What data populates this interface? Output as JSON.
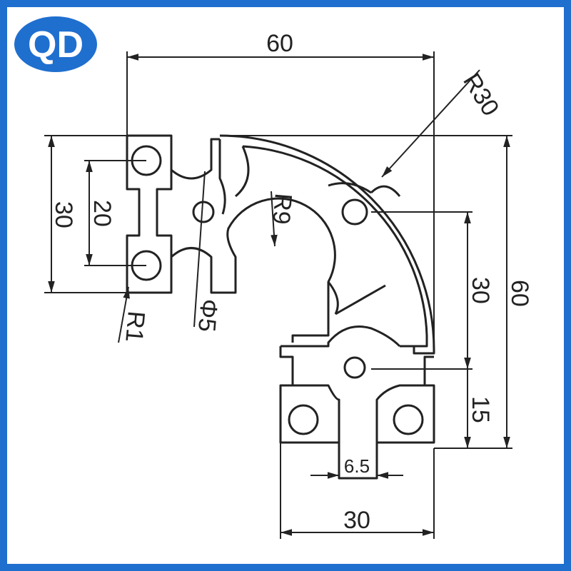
{
  "logo": {
    "text": "QD"
  },
  "colors": {
    "brand": "#1f6fcf",
    "line": "#222222"
  },
  "dimensions": {
    "top_width": "60",
    "radius_outer": "R30",
    "left_height": "30",
    "hole_spacing_left": "20",
    "radius_center": "R9",
    "hole_diameter": "Φ5",
    "corner_radius": "R1",
    "right_height": "60",
    "hole_spacing_right": "30",
    "bottom_offset": "15",
    "slot_width": "6.5",
    "bottom_width": "30"
  }
}
